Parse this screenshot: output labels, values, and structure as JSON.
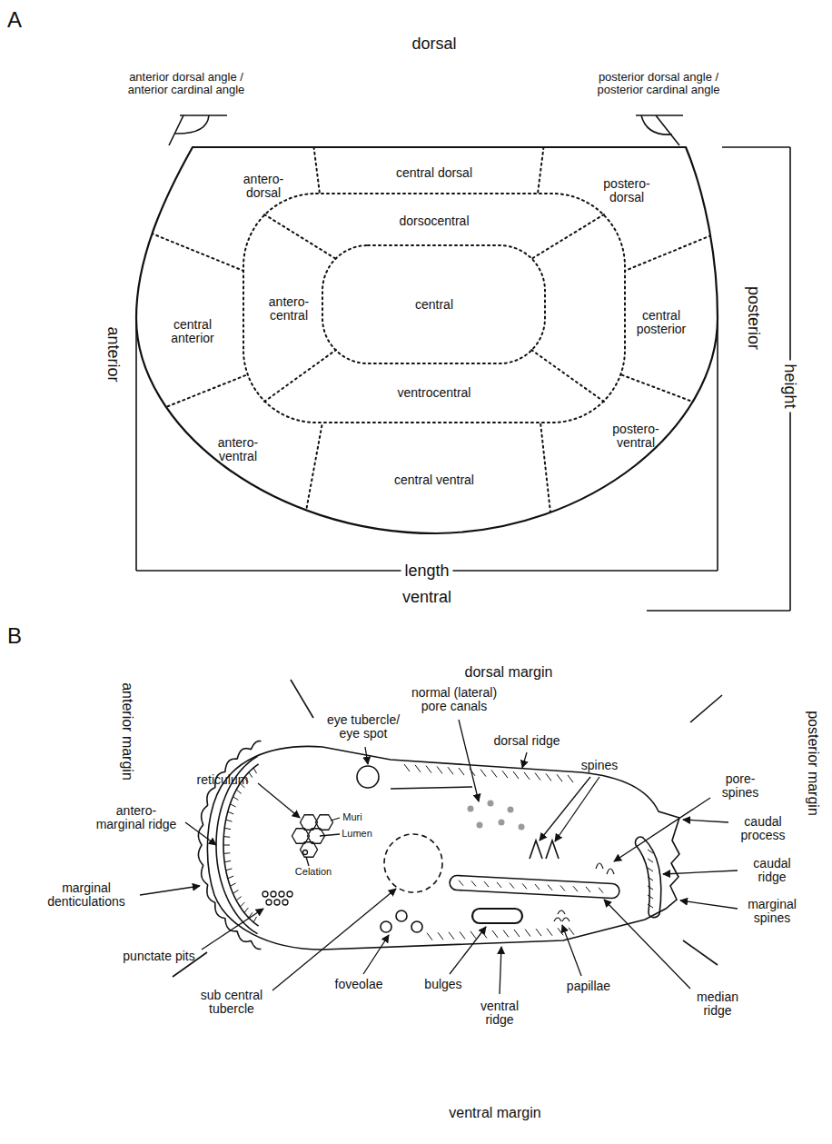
{
  "diagram": {
    "labels": [
      "A",
      "dorsal",
      "anterior dorsal angle / anterior cardinal angle",
      "posterior dorsal angle / posterior cardinal angle",
      "antero- dorsal",
      "central dorsal",
      "postero- dorsal",
      "dorsocentral",
      "central anterior",
      "antero- central",
      "central",
      "central posterior",
      "ventrocentral",
      "antero- ventral",
      "central ventral",
      "postero- ventral",
      "anterior",
      "posterior",
      "height",
      "length",
      "ventral",
      "B",
      "dorsal margin",
      "eye tubercle/ eye spot",
      "normal (lateral) pore canals",
      "dorsal ridge",
      "reticulum",
      "spines",
      "pore- spines",
      "antero- marginal ridge",
      "caudal process",
      "Muri",
      "Lumen",
      "Celation",
      "caudal ridge",
      "marginal spines",
      "marginal denticulations",
      "punctate pits",
      "sub central tubercle",
      "foveolae",
      "bulges",
      "ventral ridge",
      "papillae",
      "median ridge",
      "anterior margin",
      "posterior margin",
      "ventral margin"
    ]
  }
}
